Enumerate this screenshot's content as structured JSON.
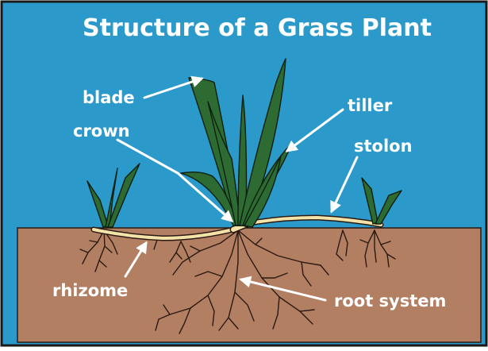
{
  "diagram": {
    "title": "Structure of a Grass Plant",
    "labels": {
      "blade": "blade",
      "tiller": "tiller",
      "crown": "crown",
      "stolon": "stolon",
      "rhizome": "rhizome",
      "root_system": "root system"
    }
  },
  "colors": {
    "sky": "#2b9acb",
    "soil": "#b27f62",
    "leaf": "#2e6b33",
    "leaf_outline": "#0d1f10",
    "stem": "#f3e3a8",
    "root": "#2a1a12",
    "label_text": "#ffffff",
    "frame": "#1a1a1a"
  }
}
